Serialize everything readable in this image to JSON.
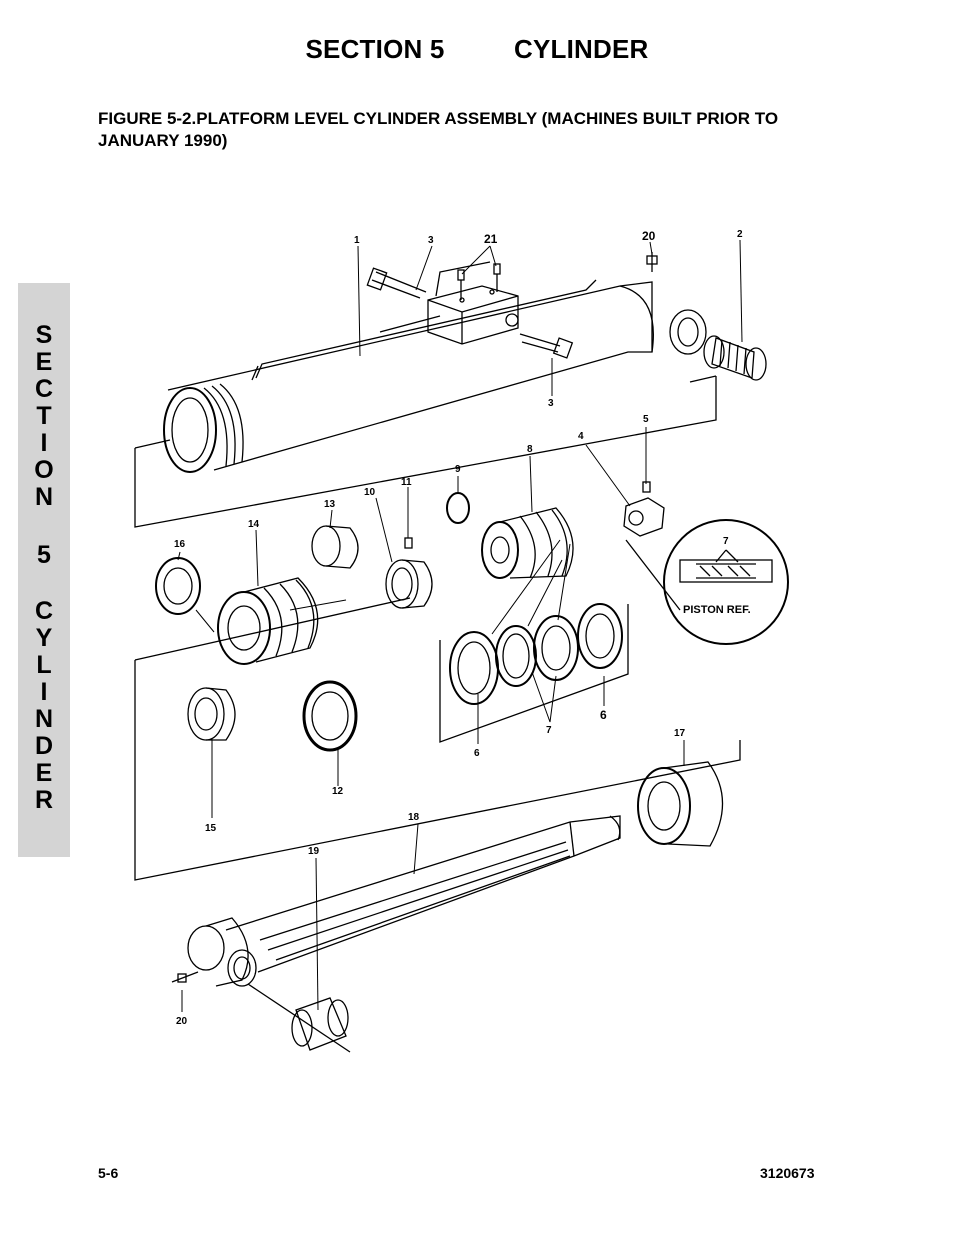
{
  "header": {
    "section_number": "SECTION 5",
    "section_name": "CYLINDER"
  },
  "figure": {
    "title": "FIGURE 5-2.PLATFORM LEVEL CYLINDER ASSEMBLY (MACHINES BUILT PRIOR TO JANUARY 1990)"
  },
  "side_tab": {
    "letters": [
      "S",
      "E",
      "C",
      "T",
      "I",
      "O",
      "N",
      "5",
      "C",
      "Y",
      "L",
      "I",
      "N",
      "D",
      "E",
      "R"
    ]
  },
  "callouts": {
    "c1": "1",
    "c2": "2",
    "c3a": "3",
    "c3b": "3",
    "c4": "4",
    "c5": "5",
    "c6a": "6",
    "c6b": "6",
    "c7a": "7",
    "c7b": "7",
    "c8": "8",
    "c9": "9",
    "c10": "10",
    "c11": "11",
    "c12": "12",
    "c13": "13",
    "c14": "14",
    "c15": "15",
    "c16": "16",
    "c17": "17",
    "c18": "18",
    "c19": "19",
    "c20a": "20",
    "c20b": "20",
    "c21": "21"
  },
  "inset": {
    "label": "PISTON REF."
  },
  "footer": {
    "page_number": "5-6",
    "doc_number": "3120673"
  }
}
